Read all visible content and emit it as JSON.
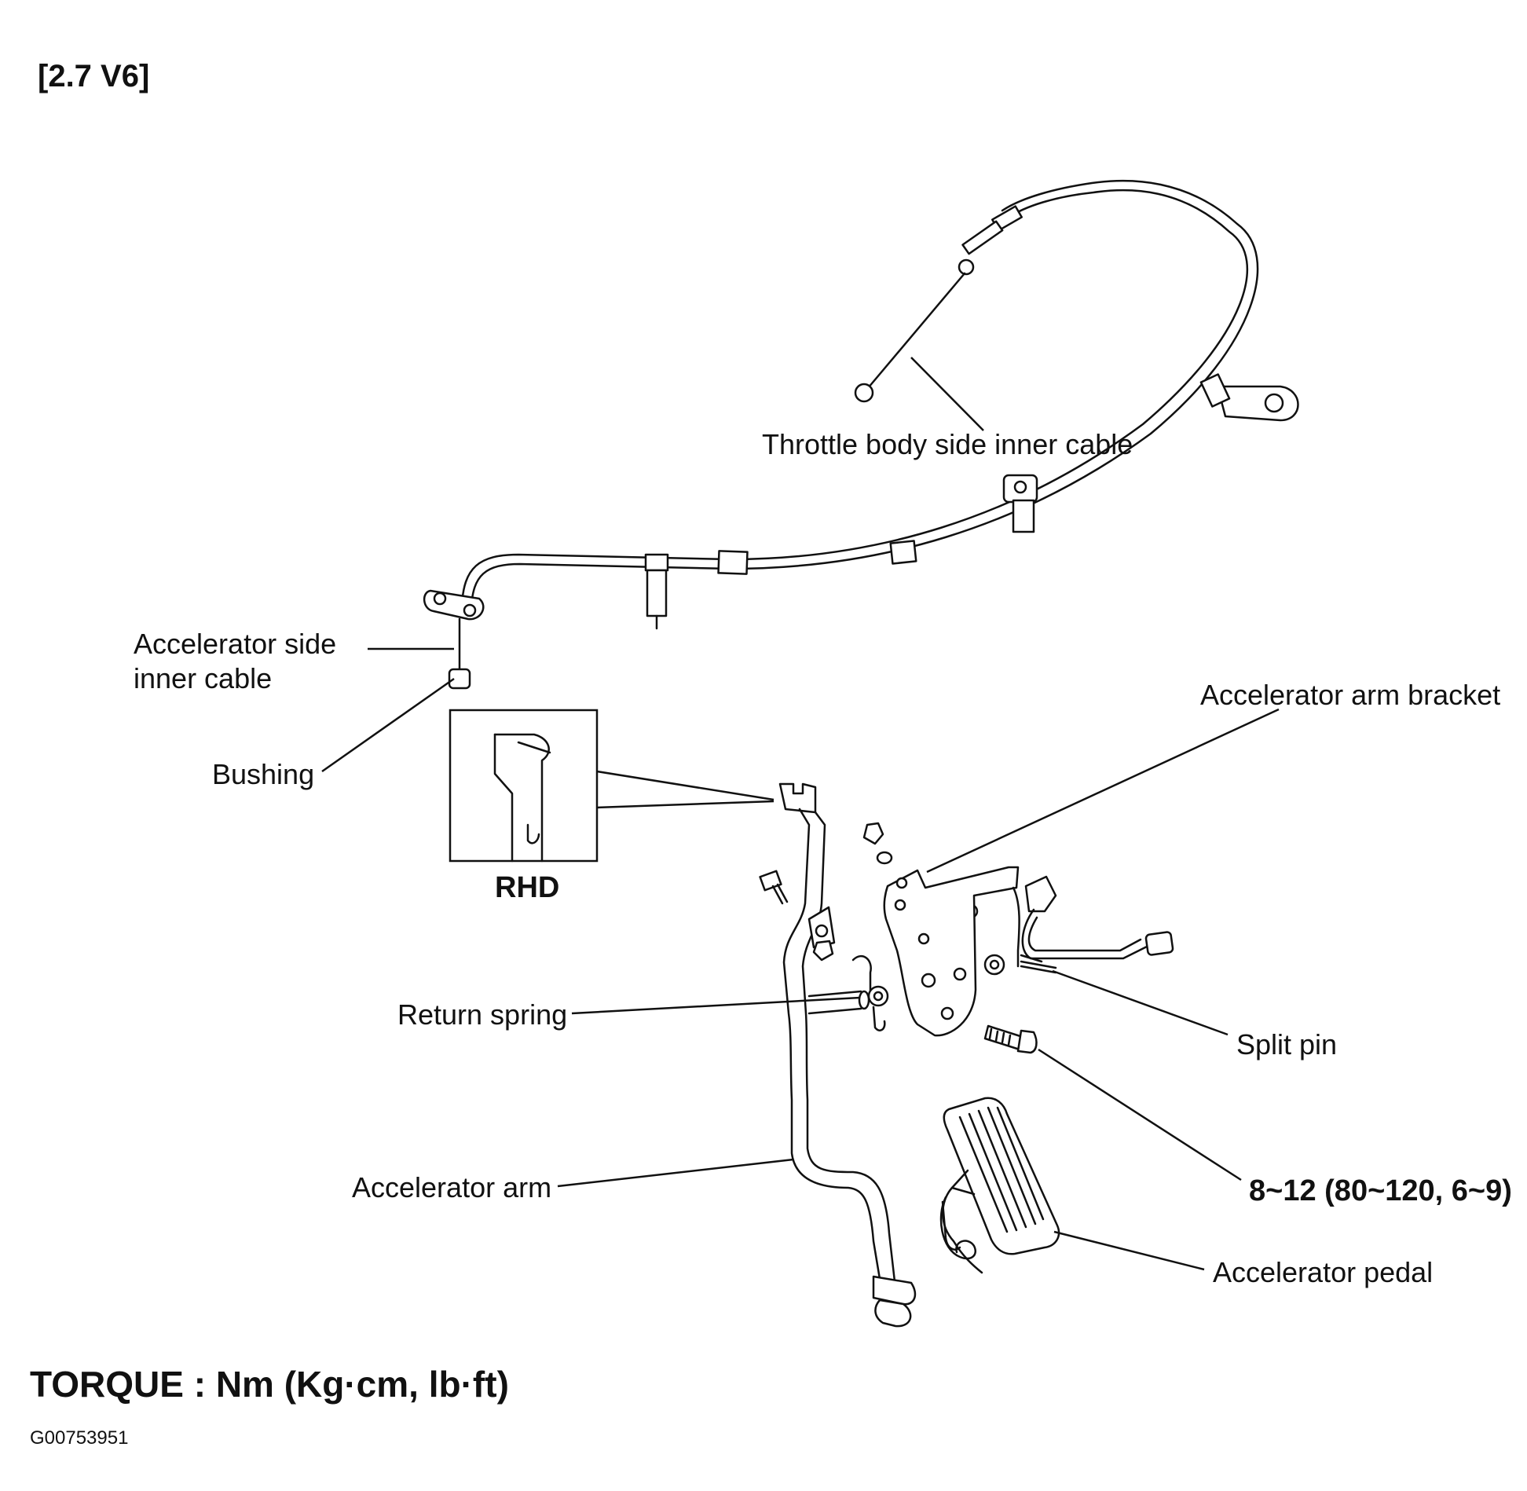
{
  "engine_label": "[2.7 V6]",
  "labels": {
    "throttle_inner_cable": "Throttle body side inner cable",
    "accelerator_inner_cable_line1": "Accelerator side",
    "accelerator_inner_cable_line2": "inner cable",
    "bushing": "Bushing",
    "rhd": "RHD",
    "arm_bracket": "Accelerator arm bracket",
    "return_spring": "Return spring",
    "split_pin": "Split pin",
    "torque_spec": "8~12 (80~120, 6~9)",
    "accelerator_arm": "Accelerator arm",
    "accelerator_pedal": "Accelerator pedal"
  },
  "torque_units": "TORQUE : Nm (Kg·cm, lb·ft)",
  "figure_id": "G00753951"
}
